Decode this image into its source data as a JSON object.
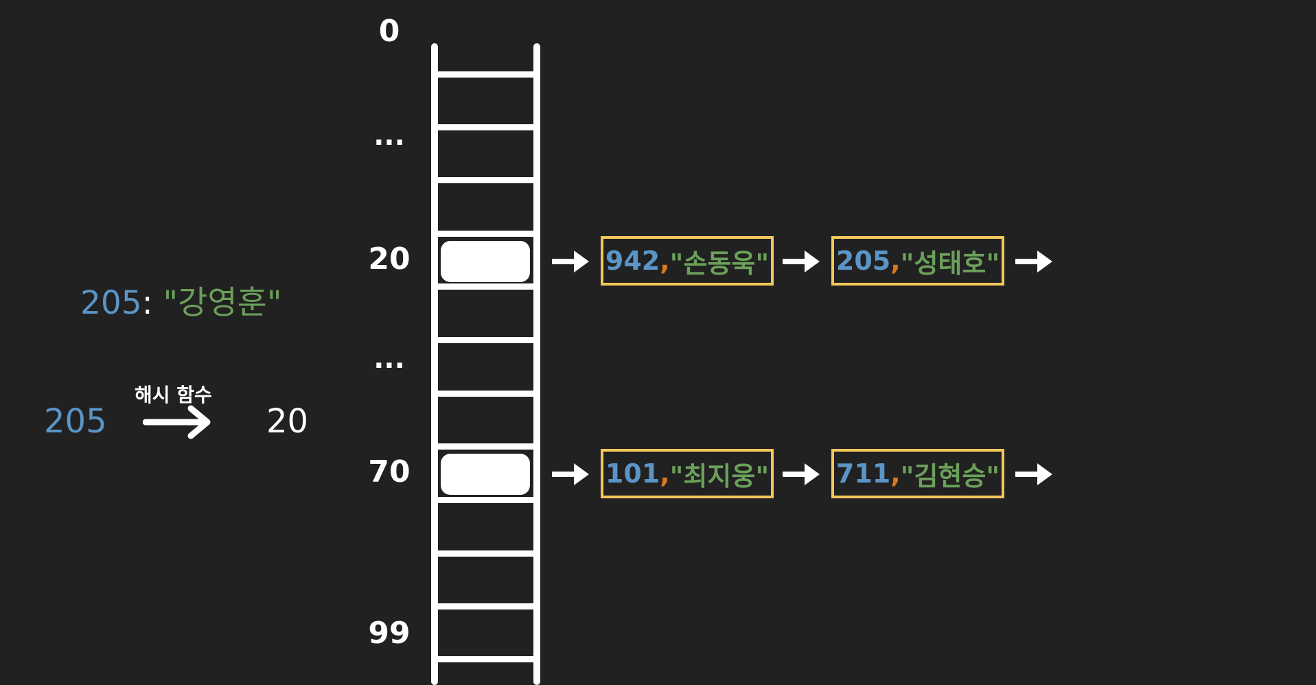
{
  "left": {
    "entry": {
      "key": "205",
      "sep": ": ",
      "value": "\"강영훈\""
    },
    "hash": {
      "input": "205",
      "label": "해시 함수",
      "output": "20"
    }
  },
  "table": {
    "labels": {
      "first": "0",
      "dots1": "...",
      "row20": "20",
      "dots2": "...",
      "row70": "70",
      "last": "99"
    }
  },
  "chains": [
    {
      "bucket": "20",
      "nodes": [
        {
          "key": "942",
          "comma": ",",
          "value": " \"손동욱\""
        },
        {
          "key": "205",
          "comma": ",",
          "value": " \"성태호\""
        }
      ]
    },
    {
      "bucket": "70",
      "nodes": [
        {
          "key": "101",
          "comma": ",",
          "value": " \"최지웅\""
        },
        {
          "key": "711",
          "comma": ",",
          "value": " \"김현승\""
        }
      ]
    }
  ],
  "colors": {
    "background": "#212121",
    "key": "#5b95c7",
    "value": "#6ba05a",
    "comma": "#d9781e",
    "node_border": "#f2c85b",
    "foreground": "#ffffff"
  }
}
